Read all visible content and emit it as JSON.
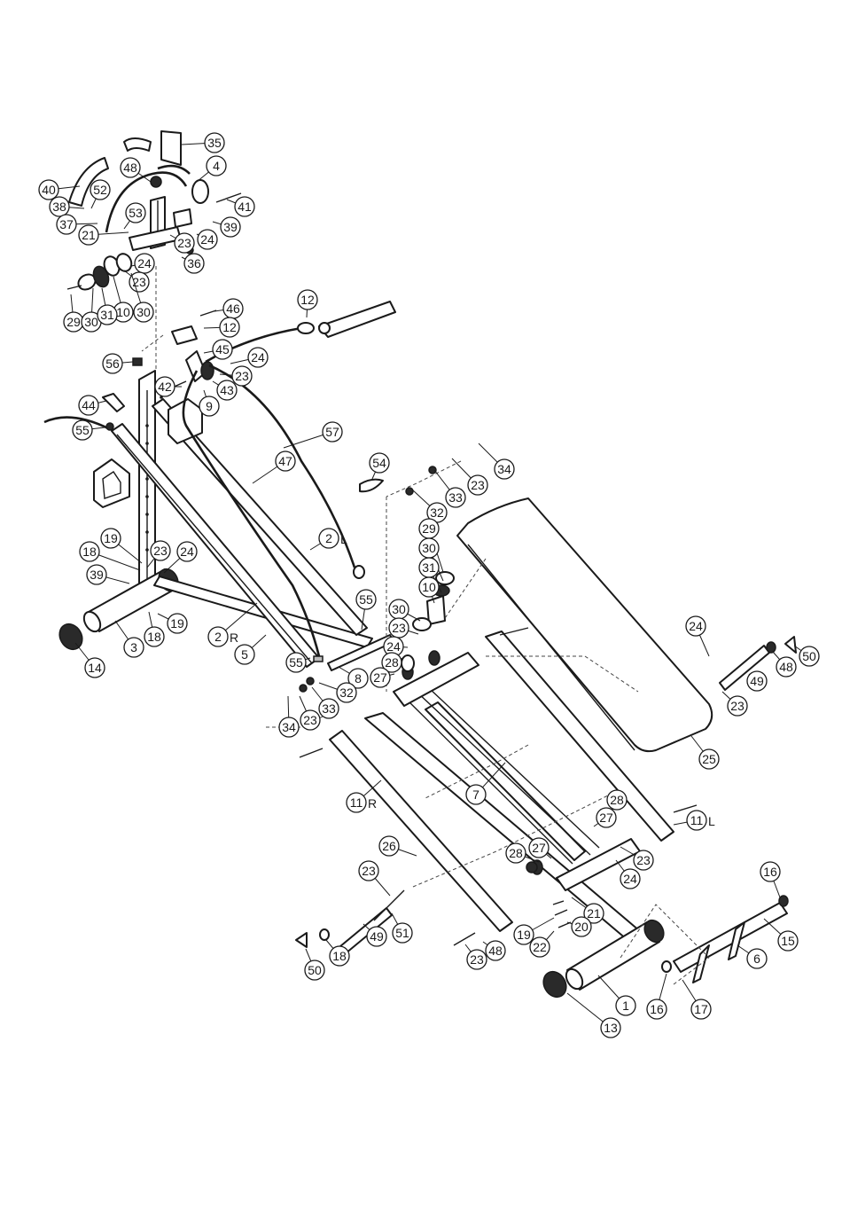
{
  "callouts": [
    {
      "n": "35"
    },
    {
      "n": "4"
    },
    {
      "n": "48"
    },
    {
      "n": "40"
    },
    {
      "n": "52"
    },
    {
      "n": "41"
    },
    {
      "n": "38"
    },
    {
      "n": "53"
    },
    {
      "n": "37"
    },
    {
      "n": "21"
    },
    {
      "n": "39"
    },
    {
      "n": "23"
    },
    {
      "n": "24"
    },
    {
      "n": "24"
    },
    {
      "n": "36"
    },
    {
      "n": "23"
    },
    {
      "n": "10"
    },
    {
      "n": "30"
    },
    {
      "n": "29"
    },
    {
      "n": "30"
    },
    {
      "n": "31"
    },
    {
      "n": "46"
    },
    {
      "n": "12"
    },
    {
      "n": "12"
    },
    {
      "n": "45"
    },
    {
      "n": "24"
    },
    {
      "n": "56"
    },
    {
      "n": "42"
    },
    {
      "n": "23"
    },
    {
      "n": "43"
    },
    {
      "n": "9"
    },
    {
      "n": "44"
    },
    {
      "n": "55"
    },
    {
      "n": "57"
    },
    {
      "n": "47"
    },
    {
      "n": "54"
    },
    {
      "n": "34"
    },
    {
      "n": "23"
    },
    {
      "n": "33"
    },
    {
      "n": "32"
    },
    {
      "n": "2",
      "suffix": "L"
    },
    {
      "n": "29"
    },
    {
      "n": "30"
    },
    {
      "n": "31"
    },
    {
      "n": "10"
    },
    {
      "n": "30"
    },
    {
      "n": "23"
    },
    {
      "n": "19"
    },
    {
      "n": "18"
    },
    {
      "n": "23"
    },
    {
      "n": "24"
    },
    {
      "n": "39"
    },
    {
      "n": "55"
    },
    {
      "n": "24"
    },
    {
      "n": "28"
    },
    {
      "n": "27"
    },
    {
      "n": "19"
    },
    {
      "n": "18"
    },
    {
      "n": "2",
      "suffix": "R"
    },
    {
      "n": "3"
    },
    {
      "n": "14"
    },
    {
      "n": "5"
    },
    {
      "n": "55"
    },
    {
      "n": "8"
    },
    {
      "n": "32"
    },
    {
      "n": "33"
    },
    {
      "n": "23"
    },
    {
      "n": "34"
    },
    {
      "n": "24"
    },
    {
      "n": "50"
    },
    {
      "n": "48"
    },
    {
      "n": "49"
    },
    {
      "n": "23"
    },
    {
      "n": "25"
    },
    {
      "n": "7"
    },
    {
      "n": "11",
      "suffix": "R"
    },
    {
      "n": "28"
    },
    {
      "n": "27"
    },
    {
      "n": "11",
      "suffix": "L"
    },
    {
      "n": "26"
    },
    {
      "n": "28"
    },
    {
      "n": "27"
    },
    {
      "n": "23"
    },
    {
      "n": "24"
    },
    {
      "n": "23"
    },
    {
      "n": "21"
    },
    {
      "n": "19"
    },
    {
      "n": "20"
    },
    {
      "n": "49"
    },
    {
      "n": "51"
    },
    {
      "n": "18"
    },
    {
      "n": "22"
    },
    {
      "n": "23"
    },
    {
      "n": "48"
    },
    {
      "n": "50"
    },
    {
      "n": "16"
    },
    {
      "n": "15"
    },
    {
      "n": "6"
    },
    {
      "n": "16"
    },
    {
      "n": "17"
    },
    {
      "n": "1"
    },
    {
      "n": "13"
    }
  ]
}
